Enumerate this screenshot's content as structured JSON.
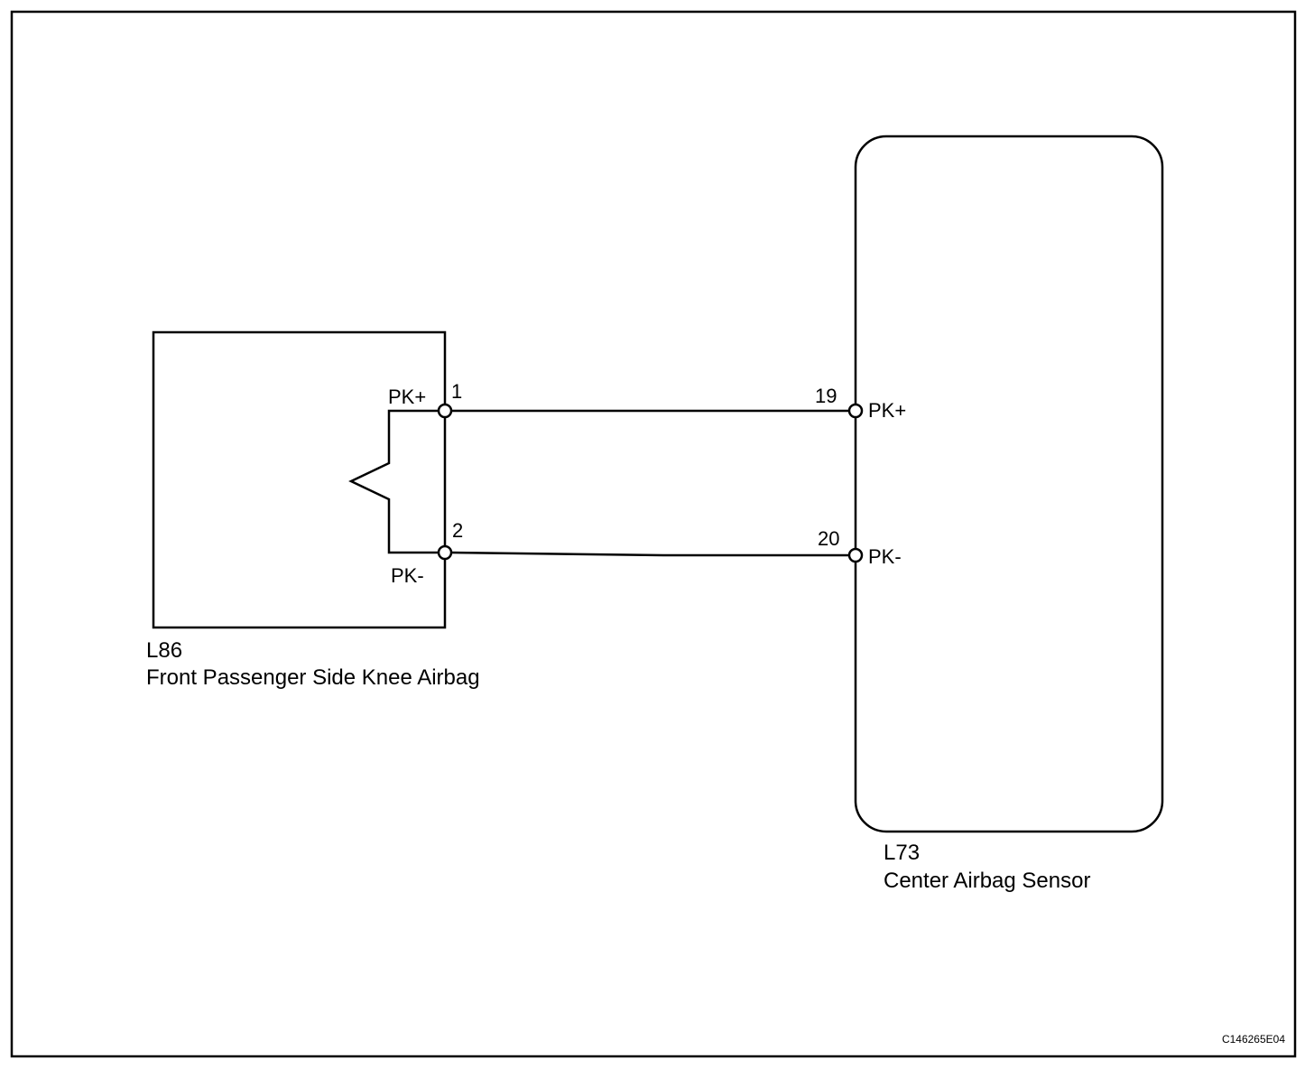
{
  "left_component": {
    "code": "L86",
    "name": "Front Passenger Side Knee Airbag",
    "pins": [
      {
        "number": "1",
        "signal": "PK+"
      },
      {
        "number": "2",
        "signal": "PK-"
      }
    ]
  },
  "right_component": {
    "code": "L73",
    "name": "Center Airbag Sensor",
    "pins": [
      {
        "number": "19",
        "signal": "PK+"
      },
      {
        "number": "20",
        "signal": "PK-"
      }
    ]
  },
  "connections": [
    {
      "from": "L86-1",
      "to": "L73-19"
    },
    {
      "from": "L86-2",
      "to": "L73-20"
    }
  ],
  "figure_id": "C146265E04"
}
